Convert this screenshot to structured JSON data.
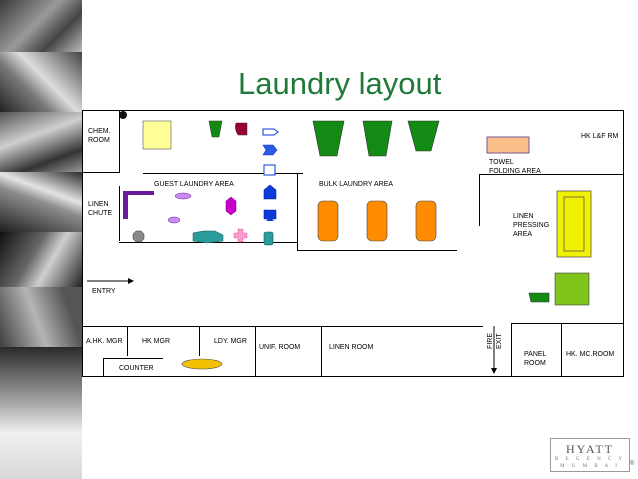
{
  "title": "Laundry layout",
  "rooms": {
    "chem_room": "CHEM.\nROOM",
    "hk_lf_rm": "HK L&F RM",
    "towel_folding": "TOWEL\nFOLDING  AREA",
    "guest_laundry": "GUEST LAUNDRY AREA",
    "bulk_laundry": "BULK LAUNDRY AREA",
    "linen_chute": "LINEN\nCHUTE",
    "linen_pressing": "LINEN\nPRESSING\nAREA",
    "entry": "ENTRY",
    "ahk_mgr": "A.HK. MGR",
    "hk_mgr": "HK MGR",
    "ldy_mgr": "LDY. MGR",
    "unif_room": "UNIF. ROOM",
    "linen_room": "LINEN ROOM",
    "counter": "COUNTER",
    "fire_exit": "FIRE\nEXIT",
    "panel_room": "PANEL\nROOM",
    "hk_mc_room": "HK. MC.ROOM"
  },
  "logo": {
    "brand": "HYATT",
    "line1": "R E G E N C Y",
    "line2": "M U M B A I",
    "mark": "®"
  },
  "colors": {
    "green": "#138a13",
    "dark_green": "#0a6b0a",
    "orange": "#ff8c00",
    "yellow": "#f2f200",
    "light_yellow": "#ffff99",
    "maroon": "#990033",
    "purple": "#6a1b9a",
    "lavender": "#c98df0",
    "magenta": "#cc00cc",
    "blue": "#0b3bd8",
    "teal": "#2b9c9c",
    "peach": "#fbbf8a",
    "lime": "#7fc41a",
    "pink": "#ff99cc"
  }
}
